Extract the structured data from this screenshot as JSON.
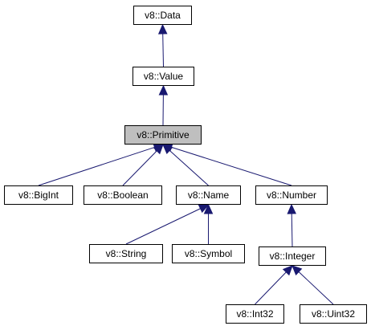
{
  "diagram": {
    "edge_color": "#191970",
    "highlight_fill": "#bfbfbf",
    "nodes": {
      "data": "v8::Data",
      "value": "v8::Value",
      "primitive": "v8::Primitive",
      "bigint": "v8::BigInt",
      "boolean": "v8::Boolean",
      "name": "v8::Name",
      "number": "v8::Number",
      "string": "v8::String",
      "symbol": "v8::Symbol",
      "integer": "v8::Integer",
      "int32": "v8::Int32",
      "uint32": "v8::Uint32"
    },
    "current": "primitive",
    "edges": [
      [
        "value",
        "data"
      ],
      [
        "primitive",
        "value"
      ],
      [
        "bigint",
        "primitive"
      ],
      [
        "boolean",
        "primitive"
      ],
      [
        "name",
        "primitive"
      ],
      [
        "number",
        "primitive"
      ],
      [
        "string",
        "name"
      ],
      [
        "symbol",
        "name"
      ],
      [
        "integer",
        "number"
      ],
      [
        "int32",
        "integer"
      ],
      [
        "uint32",
        "integer"
      ]
    ]
  }
}
